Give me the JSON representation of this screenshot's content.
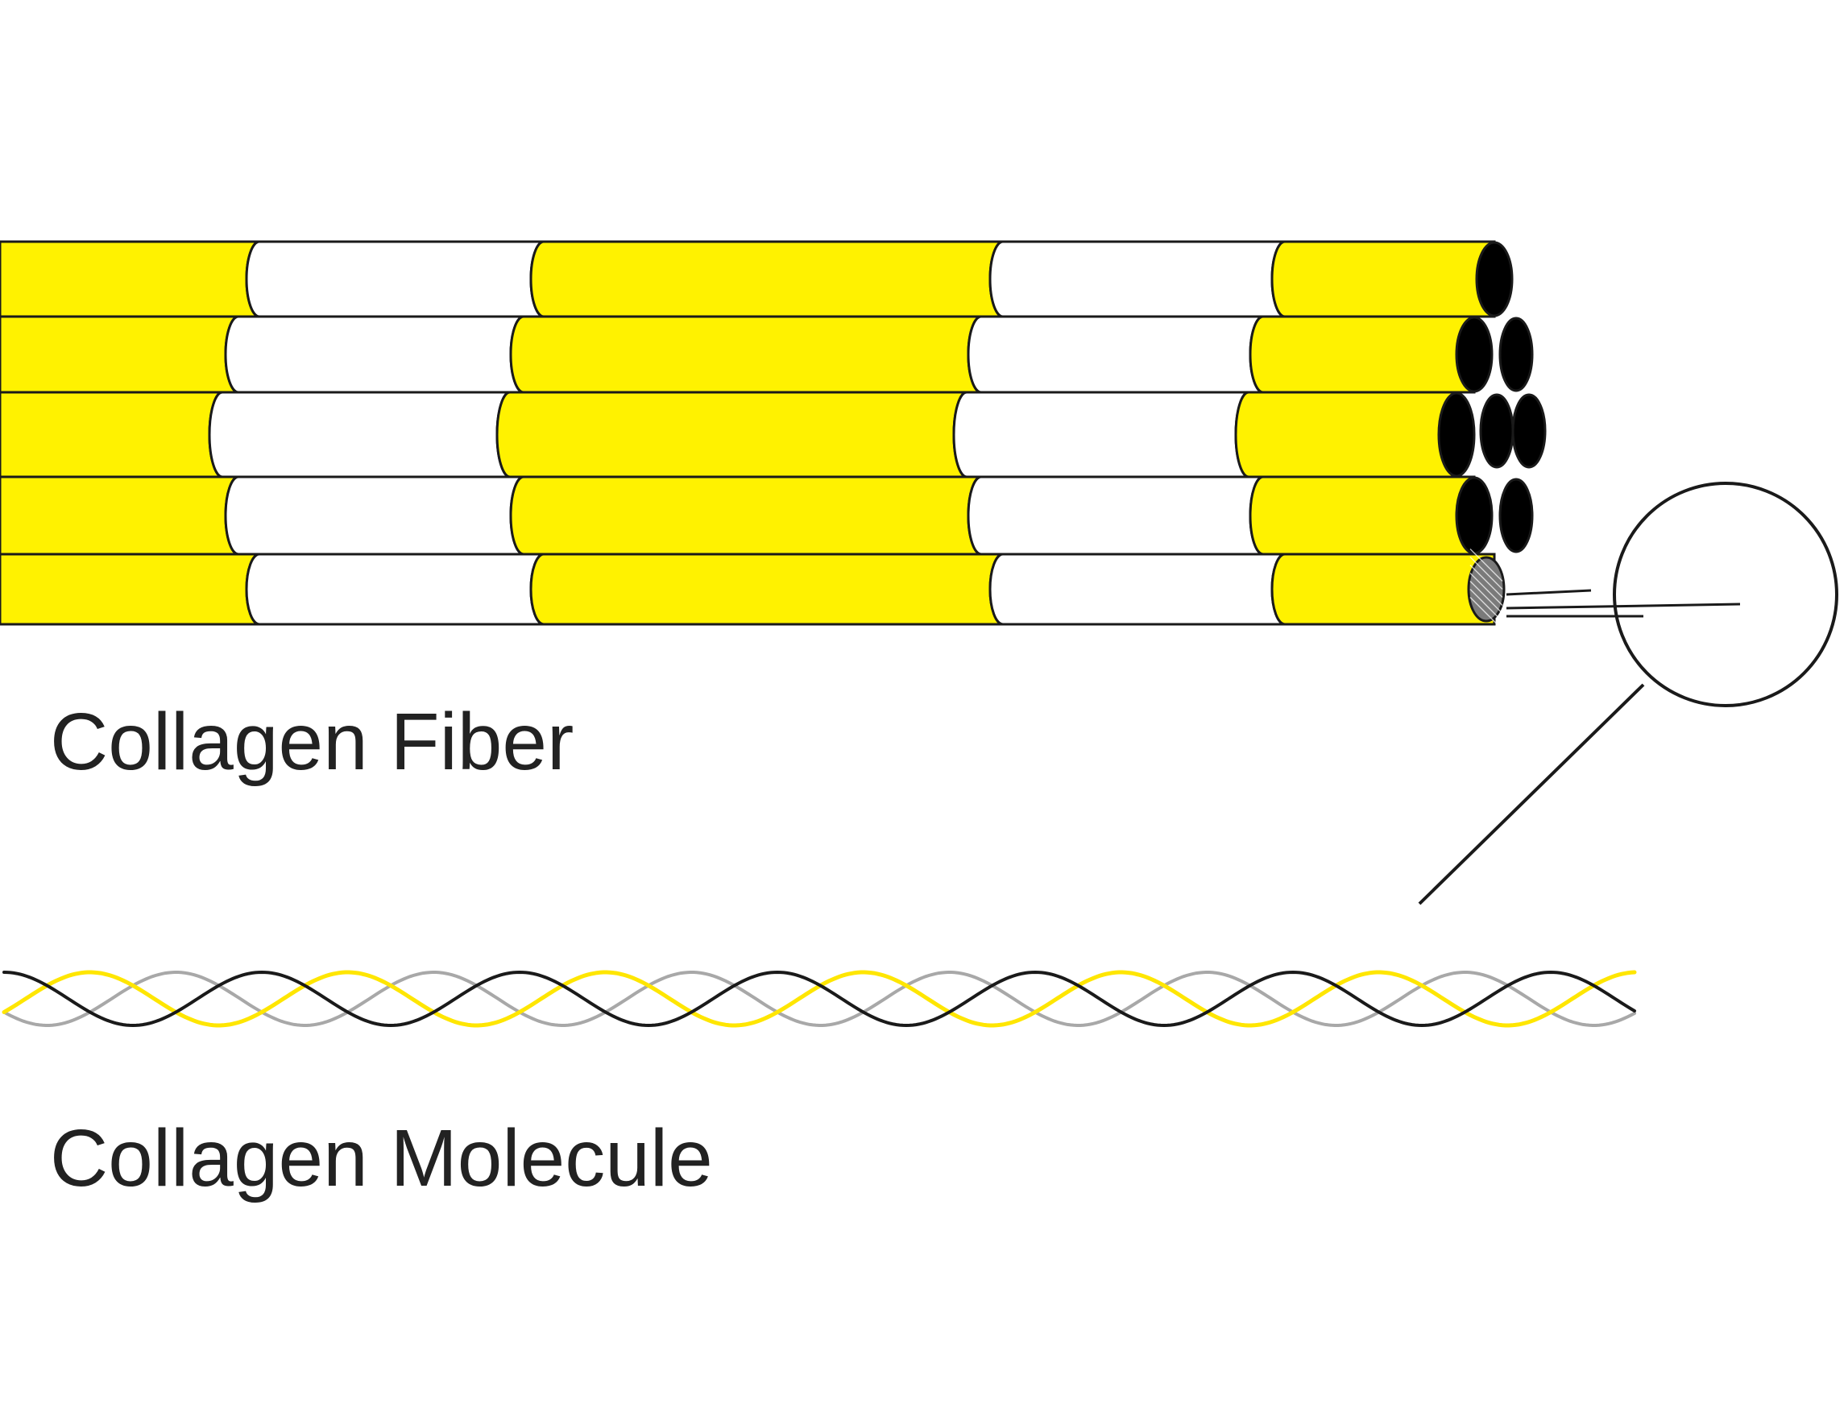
{
  "labels": {
    "fiber": "Collagen Fiber",
    "molecule": "Collagen Molecule"
  },
  "colors": {
    "yellow": "#fff200",
    "white": "#ffffff",
    "outline": "#1a1a1a",
    "end_cap": "#000000",
    "strand_black": "#1a1a1a",
    "strand_gray": "#a8a8a8",
    "strand_yellow": "#ffe600",
    "text": "#222222"
  },
  "fibrils": {
    "count": 5,
    "band_pattern": [
      "yellow",
      "white",
      "yellow",
      "white",
      "yellow"
    ]
  },
  "molecule": {
    "strands": [
      "black",
      "gray",
      "yellow"
    ]
  }
}
